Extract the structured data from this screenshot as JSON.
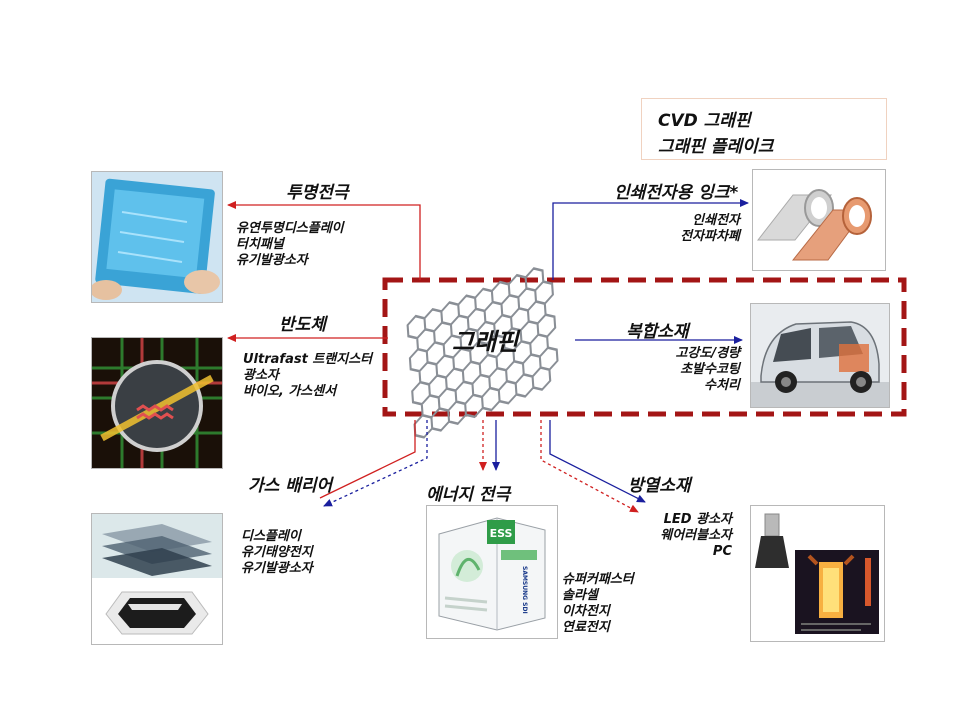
{
  "legend": {
    "cvd": "CVD 그래핀",
    "flake": "그래핀 플레이크"
  },
  "center": "그래핀",
  "apps": [
    {
      "id": "transparent",
      "title": "투명전극",
      "items": [
        "유연투명디스플레이",
        "터치패널",
        "유기발광소자"
      ]
    },
    {
      "id": "ink",
      "title": "인쇄전자용 잉크*",
      "items": [
        "인쇄전자",
        "전자파차폐"
      ]
    },
    {
      "id": "semiconductor",
      "title": "반도체",
      "items": [
        "Ultrafast 트랜지스터",
        "광소자",
        "바이오, 가스센서"
      ]
    },
    {
      "id": "composite",
      "title": "복합소재",
      "items": [
        "고강도/경량",
        "초발수코팅",
        "수처리"
      ]
    },
    {
      "id": "barrier",
      "title": "가스 배리어",
      "items": [
        "디스플레이",
        "유기태양전지",
        "유기발광소자"
      ]
    },
    {
      "id": "energy",
      "title": "에너지 전극",
      "items": [
        "슈퍼커패스터",
        "솔라셀",
        "이차전지",
        "연료전지"
      ]
    },
    {
      "id": "heat",
      "title": "방열소재",
      "items": [
        "LED 광소자",
        "웨어러블소자",
        "PC"
      ]
    }
  ],
  "energy_photo_text": {
    "badge": "ESS",
    "brand": "SAMSUNG SDI"
  },
  "colors": {
    "cvd": "#d02020",
    "flake": "#1a1f9e",
    "dashed_box": "#a31515"
  }
}
